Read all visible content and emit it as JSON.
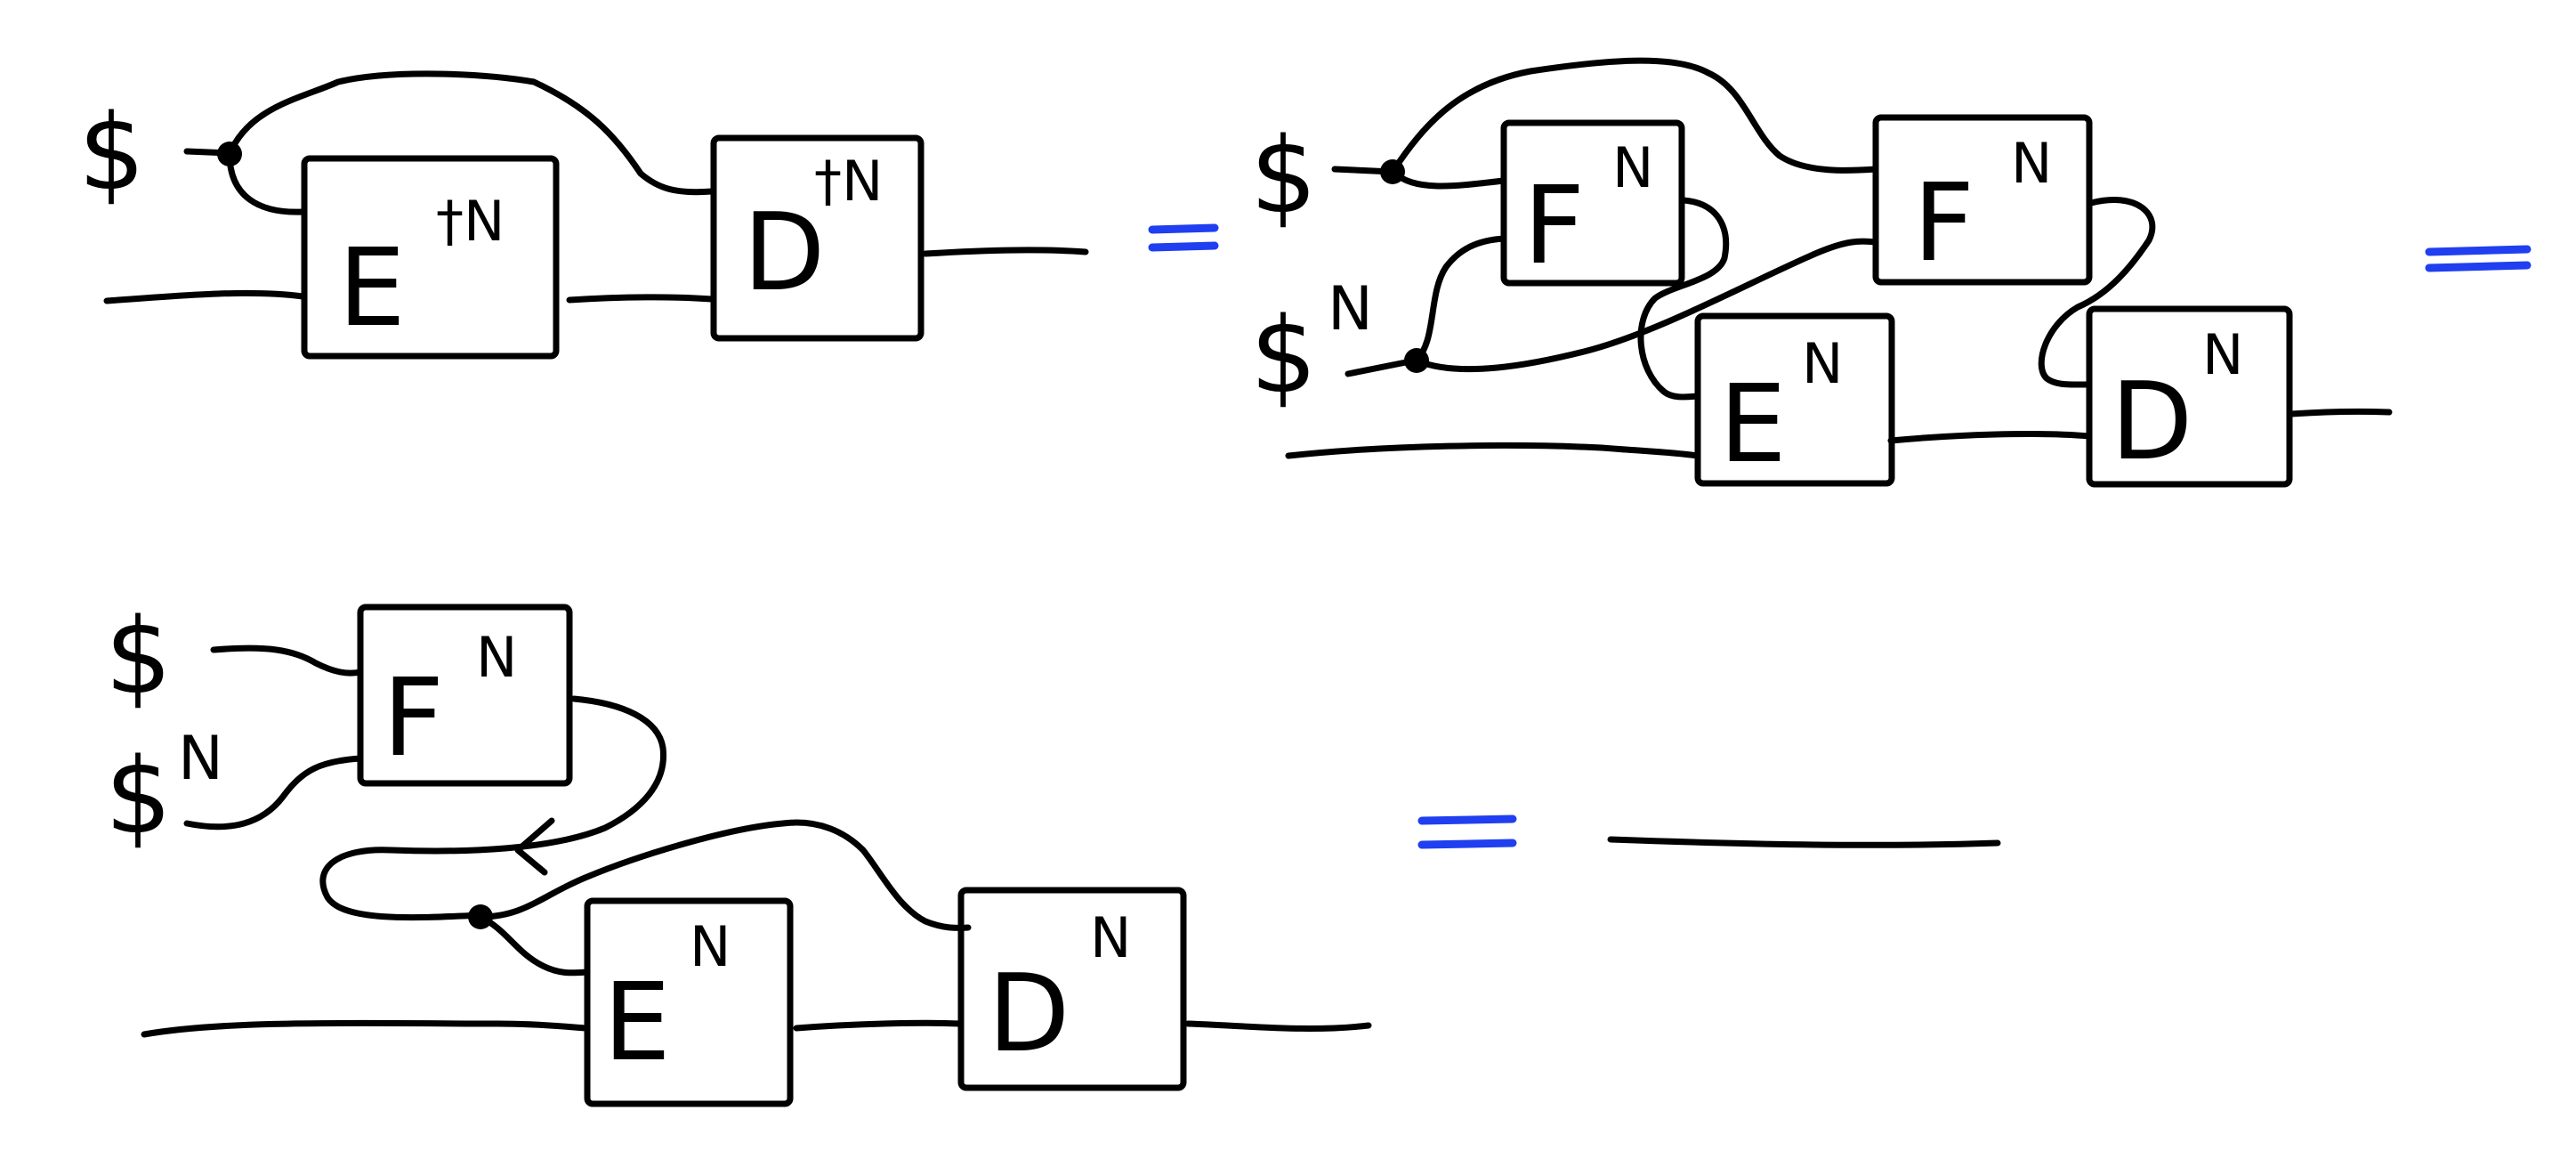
{
  "boxes": {
    "enc_dag": {
      "letter": "E",
      "sup": "†N"
    },
    "dec_dag": {
      "letter": "D",
      "sup": "†N"
    },
    "f1": {
      "letter": "F",
      "sup": "N"
    },
    "f2": {
      "letter": "F",
      "sup": "N"
    },
    "enc": {
      "letter": "E",
      "sup": "N"
    },
    "dec": {
      "letter": "D",
      "sup": "N"
    },
    "f3": {
      "letter": "F",
      "sup": "N"
    },
    "enc2": {
      "letter": "E",
      "sup": "N"
    },
    "dec2": {
      "letter": "D",
      "sup": "N"
    }
  },
  "sources": {
    "s1": {
      "symbol": "$",
      "sup": ""
    },
    "s2": {
      "symbol": "$",
      "sup": ""
    },
    "s3": {
      "symbol": "$",
      "sup": "N"
    },
    "s4": {
      "symbol": "$",
      "sup": ""
    },
    "s5": {
      "symbol": "$",
      "sup": "N"
    }
  },
  "colors": {
    "ink": "#000000",
    "equals": "#1f3ff0"
  },
  "equals_count": 3
}
